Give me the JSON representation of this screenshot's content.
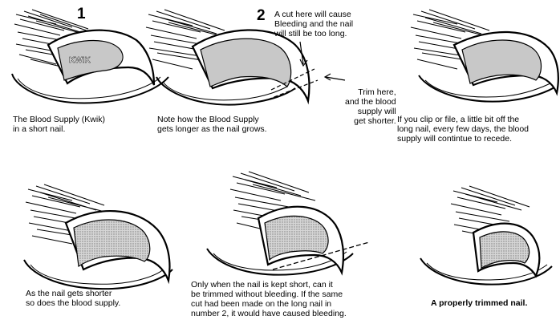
{
  "panels": [
    {
      "number": "1",
      "caption": "The Blood Supply (Kwik)\nin a short nail.",
      "inner_label": "KWIK"
    },
    {
      "number": "2",
      "caption": "Note how the Blood Supply\ngets longer as the nail grows.",
      "annotation_top": "A cut here will cause\nBleeding and the nail\nwill still be too long.",
      "annotation_right": "Trim here,\nand the blood\nsupply will\nget shorter."
    },
    {
      "caption": "If you clip or file, a little bit off the\nlong nail, every few days, the blood\nsupply will contintue to recede."
    },
    {
      "caption": "As the nail gets shorter\nso does the blood supply."
    },
    {
      "caption": "Only when the nail is kept short, can it\nbe trimmed without bleeding. If the same\ncut had been made on the long nail in\nnumber 2, it would have caused bleeding."
    },
    {
      "caption": "A properly trimmed nail."
    }
  ],
  "colors": {
    "ink": "#000000",
    "quick_fill": "#c8c8c8",
    "background": "#ffffff"
  }
}
